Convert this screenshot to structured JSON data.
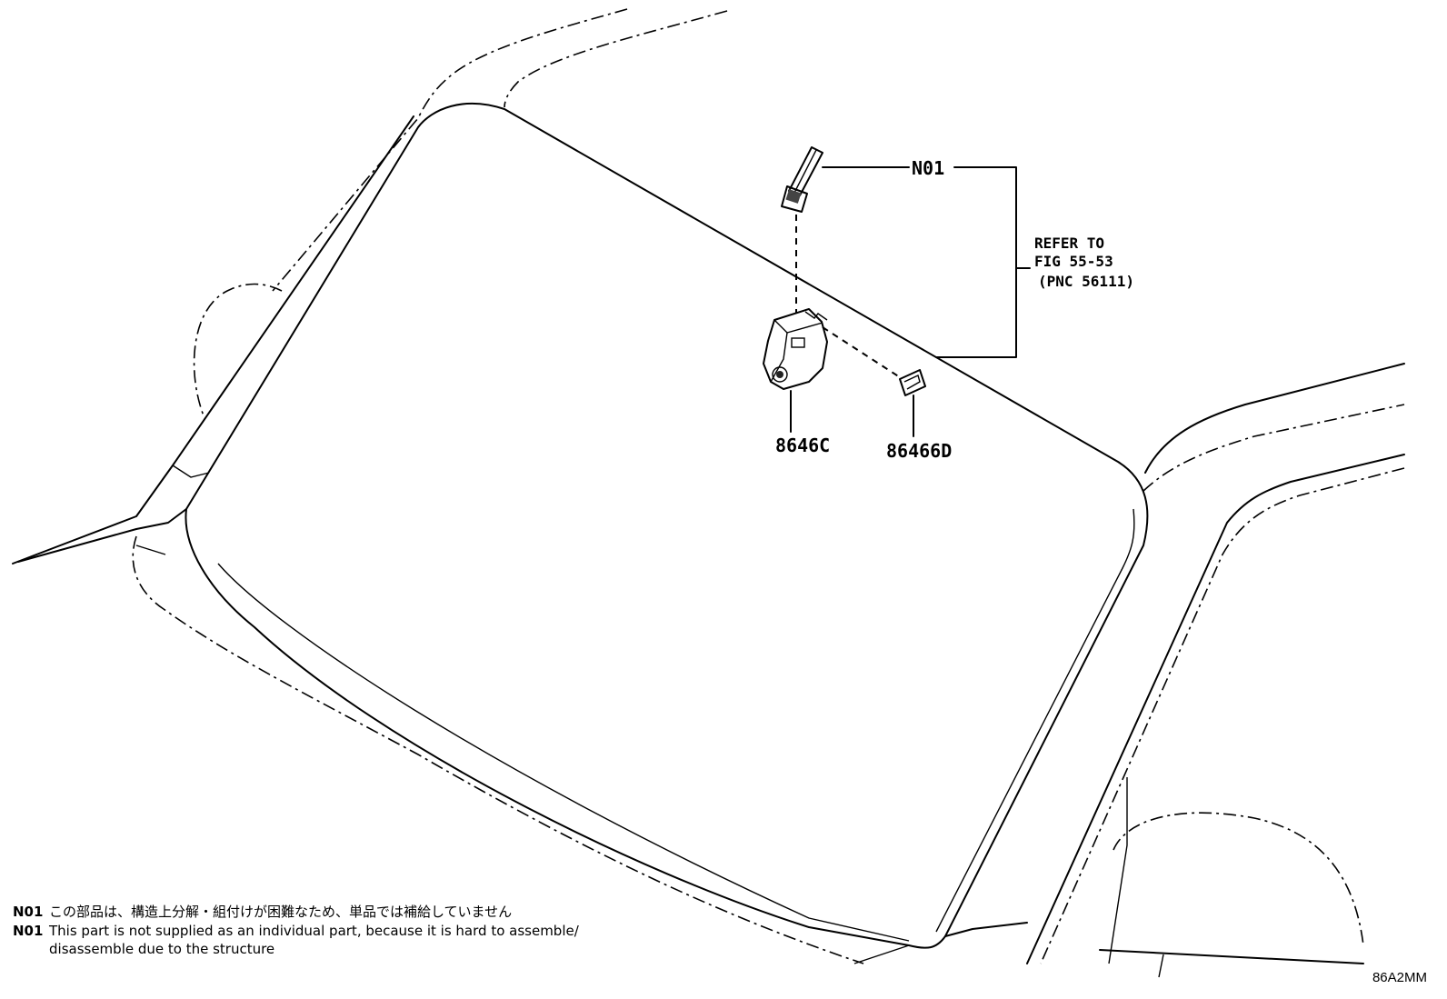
{
  "callouts": {
    "n01": "N01",
    "part_c": "8646C",
    "part_d": "86466D"
  },
  "reference": {
    "line1": "REFER TO",
    "line2": "FIG 55-53",
    "line3": "(PNC 56111)"
  },
  "notes": [
    {
      "code": "N01",
      "text": "この部品は、構造上分解・組付けが困難なため、単品では補給していません"
    },
    {
      "code": "N01",
      "text": "This part is not supplied as an individual part, because it is hard to assemble/",
      "text2": "disassemble due to the structure"
    }
  ],
  "illustration_id": "86A2MM"
}
